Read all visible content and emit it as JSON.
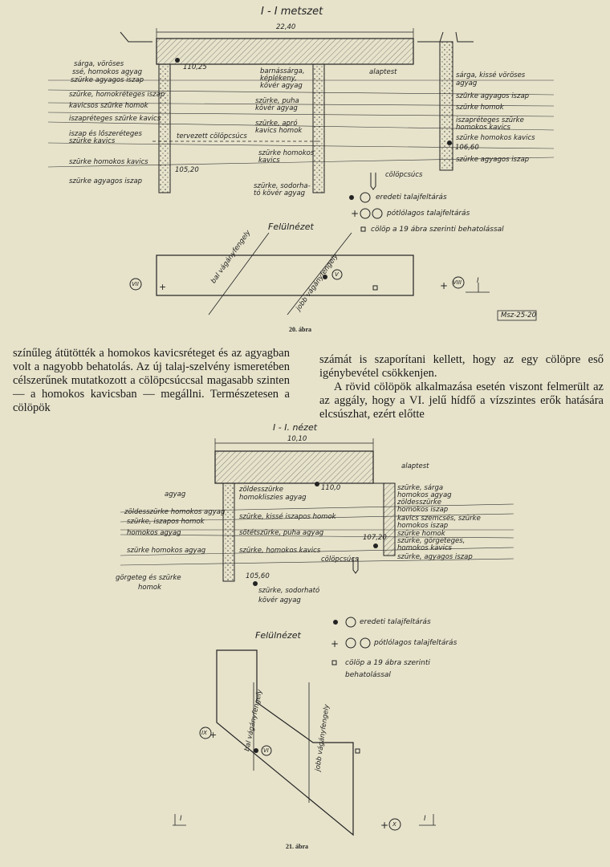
{
  "fig20": {
    "section_title": "I - I metszet",
    "width": "22,40",
    "elev_top": "110,25",
    "elev_low": "105,20",
    "elev_right": "106,60",
    "label_alaptest": "alaptest",
    "label_tervezett": "tervezett cölöpcsúcs",
    "left_layers": [
      "sárga, vöröses",
      "ssé, homokos agyag",
      "szürke agyagos iszap",
      "szürke, homokréteges iszap",
      "kavicsos szürke homok",
      "iszapréteges szürke kavics",
      "iszap és lőszeréteges",
      "szürke kavics",
      "szürke homokos kavics",
      "szürke agyagos iszap"
    ],
    "mid_layers": [
      "barnássárga,",
      "képlékeny,",
      "kövér agyag",
      "szürke, puha",
      "kövér agyag",
      "szürke, apró",
      "kavics homok",
      "szürke homokos",
      "kavics",
      "szürke, sodorha-",
      "tó kövér agyag"
    ],
    "right_layers": [
      "sárga, kissé vöröses",
      "agyag",
      "szürke agyagos iszap",
      "szürke homok",
      "iszapréteges szürke",
      "homokos kavics",
      "szürke homokos kavics",
      "szürke agyagos iszap"
    ],
    "label_colopcsucs": "cölöpcsúcs",
    "legend": [
      {
        "symbol": "●",
        "tag": "V",
        "text": "eredeti talajfeltárás"
      },
      {
        "symbol": "+",
        "tag": "VII VIII",
        "text": "pótlólagos talajfeltárás"
      },
      {
        "symbol": "▫",
        "tag": "",
        "text": "cölöp a 19 ábra szerinti behatolással"
      }
    ],
    "plan_title": "Felülnézet",
    "plan_left_axis": "bal vágányfengely",
    "plan_right_axis": "jobb vágányfengely",
    "tag_vii": "VII",
    "tag_v": "V",
    "tag_viii": "VIII",
    "section_marker": "I",
    "stamp": "Msz-25-20",
    "caption": "20. ábra"
  },
  "text": {
    "left_col": "színűleg átütötték a homokos kavicsréteget és az agyagban volt a nagyobb behatolás. Az új talaj-szelvény ismeretében célszerűnek mutatkozott a cölöpcsúccsal magasabb szinten — a homokos kavicsban — megállni. Természetesen a cölöpök",
    "right_p1": "számát is szaporítani kellett, hogy az egy cölöpre eső igénybevétel csökkenjen.",
    "right_p2": "A rövid cölöpök alkalmazása esetén viszont felmerült az az aggály, hogy a VI. jelű hídfő a vízszintes erők hatására elcsúszhat, ezért előtte"
  },
  "fig21": {
    "section_title": "I - I. nézet",
    "width": "10,10",
    "label_alaptest": "alaptest",
    "elev_top": "110,0",
    "elev_mid": "107,20",
    "elev_low": "105,60",
    "left_layers": [
      "agyag",
      "zöldesszürke homokos agyag",
      "szürke, iszapos homok",
      "homokos agyag",
      "szürke homokos agyag",
      "görgeteg és szürke",
      "homok"
    ],
    "mid_layers": [
      "zöldesszürke",
      "homokliszies agyag",
      "szürke, kissé iszapos homok",
      "sötétszürke, puha agyag",
      "szürke, homokos kavics",
      "cölöpcsúcs",
      "szürke, sodorható",
      "kövér agyag"
    ],
    "right_layers": [
      "szürke, sárga",
      "homokos agyag",
      "zöldesszürke",
      "homokos iszap",
      "kavics szemcsés, szürke",
      "homokos iszap",
      "szürke homok",
      "szürke, görgeteges,",
      "homokos kavics",
      "szürke, agyagos iszap"
    ],
    "legend": [
      {
        "symbol": "●",
        "tag": "VI",
        "text": "eredeti talajfeltárás"
      },
      {
        "symbol": "+",
        "tag": "IX X",
        "text": "pótlólagos talajfeltárás"
      },
      {
        "symbol": "▫",
        "tag": "",
        "text": "cölöp a 19 ábra szerinti"
      },
      {
        "symbol": "",
        "tag": "",
        "text": "behatolással"
      }
    ],
    "plan_title": "Felülnézet",
    "plan_left_axis": "bal vágányfengely",
    "plan_right_axis": "jobb vágányfengely",
    "tag_ix": "IX",
    "tag_vi": "VI",
    "tag_x": "X",
    "section_marker": "I",
    "caption": "21. ábra"
  }
}
